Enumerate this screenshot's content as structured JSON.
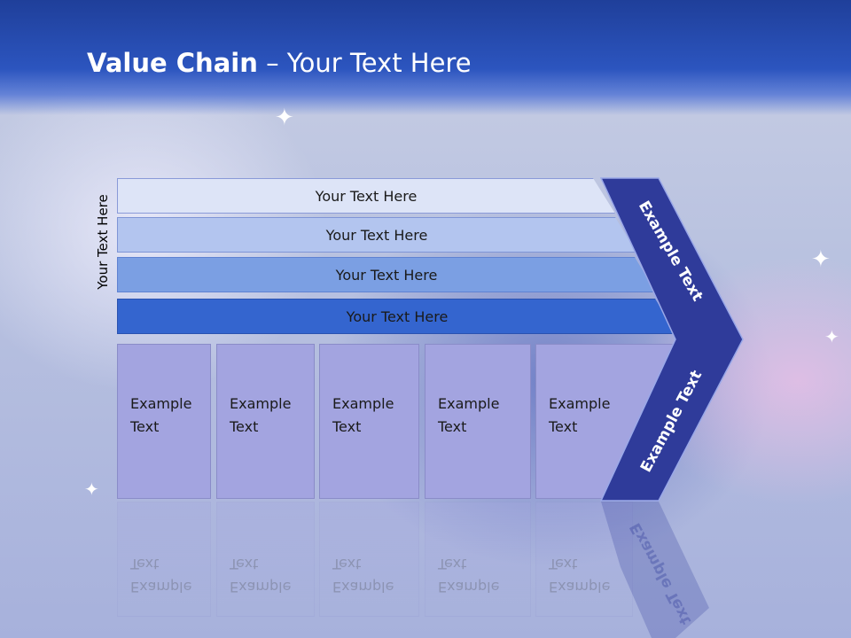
{
  "title": {
    "bold": "Value Chain",
    "rest": " – Your Text Here"
  },
  "side_label": "Your Text Here",
  "bars": [
    "Your Text Here",
    "Your Text Here",
    "Your Text Here",
    "Your Text Here"
  ],
  "boxes": [
    "Example\nText",
    "Example\nText",
    "Example\nText",
    "Example\nText",
    "Example\nText"
  ],
  "chevron": {
    "upper_label": "Example Text",
    "lower_label": "Example Text"
  },
  "colors": {
    "banner": "#2c55bf",
    "bar1": "#dde4f7",
    "bar2": "#b3c5ef",
    "bar3": "#7b9fe3",
    "bar4": "#3465cf",
    "box": "#a3a4e0",
    "chevron": "#2f3b9a"
  }
}
